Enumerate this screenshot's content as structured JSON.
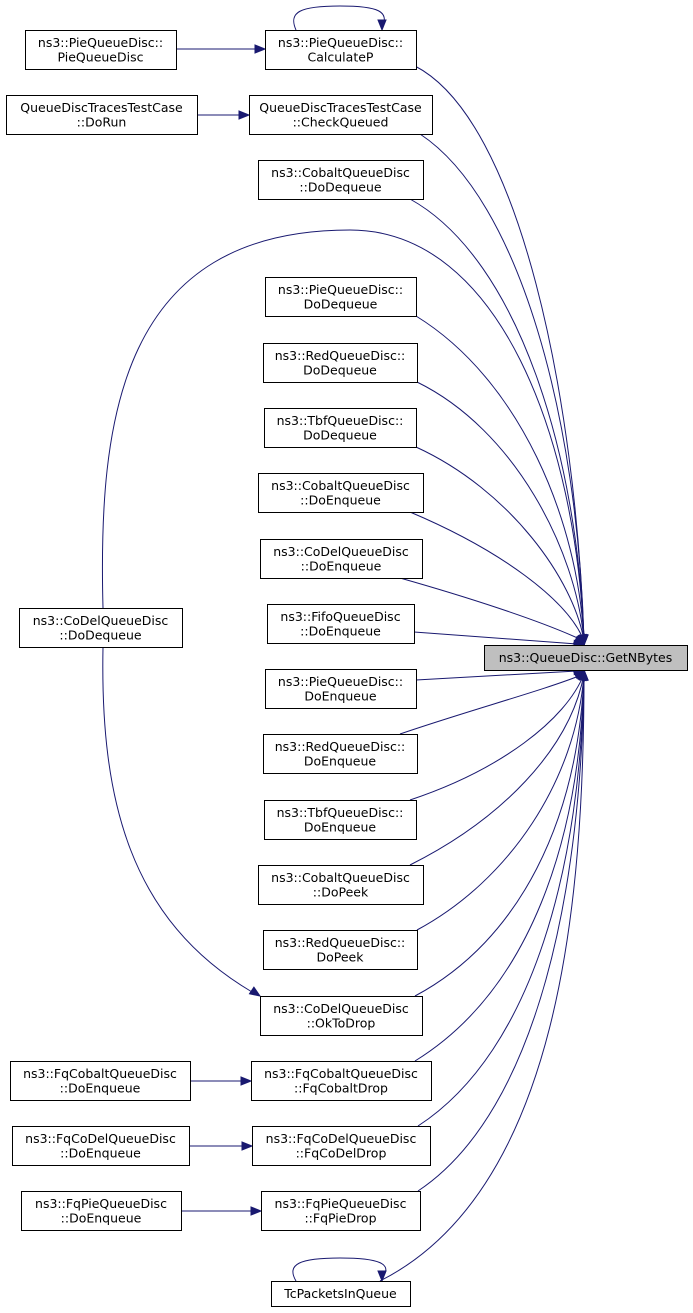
{
  "diagram": {
    "colors": {
      "edge": "#191970",
      "node_border": "#000000",
      "node_fill": "#ffffff",
      "target_fill": "#bfbfbf"
    },
    "nodes": [
      {
        "id": "getnbytes",
        "lines": [
          "ns3::QueueDisc::GetNBytes"
        ],
        "target": true
      },
      {
        "id": "pie-calcp",
        "lines": [
          "ns3::PieQueueDisc::",
          "CalculateP"
        ]
      },
      {
        "id": "pie-ctor",
        "lines": [
          "ns3::PieQueueDisc::",
          "PieQueueDisc"
        ]
      },
      {
        "id": "qdt-checkqueued",
        "lines": [
          "QueueDiscTracesTestCase",
          "::CheckQueued"
        ]
      },
      {
        "id": "qdt-dorun",
        "lines": [
          "QueueDiscTracesTestCase",
          "::DoRun"
        ]
      },
      {
        "id": "cobalt-dodequeue",
        "lines": [
          "ns3::CobaltQueueDisc",
          "::DoDequeue"
        ]
      },
      {
        "id": "pie-dodequeue",
        "lines": [
          "ns3::PieQueueDisc::",
          "DoDequeue"
        ]
      },
      {
        "id": "red-dodequeue",
        "lines": [
          "ns3::RedQueueDisc::",
          "DoDequeue"
        ]
      },
      {
        "id": "tbf-dodequeue",
        "lines": [
          "ns3::TbfQueueDisc::",
          "DoDequeue"
        ]
      },
      {
        "id": "cobalt-doenqueue",
        "lines": [
          "ns3::CobaltQueueDisc",
          "::DoEnqueue"
        ]
      },
      {
        "id": "codel-doenqueue",
        "lines": [
          "ns3::CoDelQueueDisc",
          "::DoEnqueue"
        ]
      },
      {
        "id": "fifo-doenqueue",
        "lines": [
          "ns3::FifoQueueDisc",
          "::DoEnqueue"
        ]
      },
      {
        "id": "codel-dodequeue",
        "lines": [
          "ns3::CoDelQueueDisc",
          "::DoDequeue"
        ]
      },
      {
        "id": "pie-doenqueue",
        "lines": [
          "ns3::PieQueueDisc::",
          "DoEnqueue"
        ]
      },
      {
        "id": "red-doenqueue",
        "lines": [
          "ns3::RedQueueDisc::",
          "DoEnqueue"
        ]
      },
      {
        "id": "tbf-doenqueue",
        "lines": [
          "ns3::TbfQueueDisc::",
          "DoEnqueue"
        ]
      },
      {
        "id": "cobalt-dopeek",
        "lines": [
          "ns3::CobaltQueueDisc",
          "::DoPeek"
        ]
      },
      {
        "id": "red-dopeek",
        "lines": [
          "ns3::RedQueueDisc::",
          "DoPeek"
        ]
      },
      {
        "id": "codel-oktodrop",
        "lines": [
          "ns3::CoDelQueueDisc",
          "::OkToDrop"
        ]
      },
      {
        "id": "fqcobalt-drop",
        "lines": [
          "ns3::FqCobaltQueueDisc",
          "::FqCobaltDrop"
        ]
      },
      {
        "id": "fqcobalt-doenqueue",
        "lines": [
          "ns3::FqCobaltQueueDisc",
          "::DoEnqueue"
        ]
      },
      {
        "id": "fqcodel-drop",
        "lines": [
          "ns3::FqCoDelQueueDisc",
          "::FqCoDelDrop"
        ]
      },
      {
        "id": "fqcodel-doenqueue",
        "lines": [
          "ns3::FqCoDelQueueDisc",
          "::DoEnqueue"
        ]
      },
      {
        "id": "fqpie-drop",
        "lines": [
          "ns3::FqPieQueueDisc",
          "::FqPieDrop"
        ]
      },
      {
        "id": "fqpie-doenqueue",
        "lines": [
          "ns3::FqPieQueueDisc",
          "::DoEnqueue"
        ]
      },
      {
        "id": "tcpackets",
        "lines": [
          "TcPacketsInQueue"
        ]
      }
    ],
    "edges": [
      {
        "from": "pie-calcp",
        "to": "getnbytes"
      },
      {
        "from": "pie-calcp",
        "to": "pie-calcp"
      },
      {
        "from": "pie-ctor",
        "to": "pie-calcp"
      },
      {
        "from": "qdt-checkqueued",
        "to": "getnbytes"
      },
      {
        "from": "qdt-dorun",
        "to": "qdt-checkqueued"
      },
      {
        "from": "cobalt-dodequeue",
        "to": "getnbytes"
      },
      {
        "from": "codel-dodequeue",
        "to": "getnbytes"
      },
      {
        "from": "pie-dodequeue",
        "to": "getnbytes"
      },
      {
        "from": "red-dodequeue",
        "to": "getnbytes"
      },
      {
        "from": "tbf-dodequeue",
        "to": "getnbytes"
      },
      {
        "from": "cobalt-doenqueue",
        "to": "getnbytes"
      },
      {
        "from": "codel-doenqueue",
        "to": "getnbytes"
      },
      {
        "from": "fifo-doenqueue",
        "to": "getnbytes"
      },
      {
        "from": "pie-doenqueue",
        "to": "getnbytes"
      },
      {
        "from": "red-doenqueue",
        "to": "getnbytes"
      },
      {
        "from": "tbf-doenqueue",
        "to": "getnbytes"
      },
      {
        "from": "cobalt-dopeek",
        "to": "getnbytes"
      },
      {
        "from": "red-dopeek",
        "to": "getnbytes"
      },
      {
        "from": "codel-oktodrop",
        "to": "getnbytes"
      },
      {
        "from": "codel-dodequeue",
        "to": "codel-oktodrop"
      },
      {
        "from": "fqcobalt-drop",
        "to": "getnbytes"
      },
      {
        "from": "fqcobalt-doenqueue",
        "to": "fqcobalt-drop"
      },
      {
        "from": "fqcodel-drop",
        "to": "getnbytes"
      },
      {
        "from": "fqcodel-doenqueue",
        "to": "fqcodel-drop"
      },
      {
        "from": "fqpie-drop",
        "to": "getnbytes"
      },
      {
        "from": "fqpie-doenqueue",
        "to": "fqpie-drop"
      },
      {
        "from": "tcpackets",
        "to": "getnbytes"
      },
      {
        "from": "tcpackets",
        "to": "tcpackets"
      }
    ]
  }
}
